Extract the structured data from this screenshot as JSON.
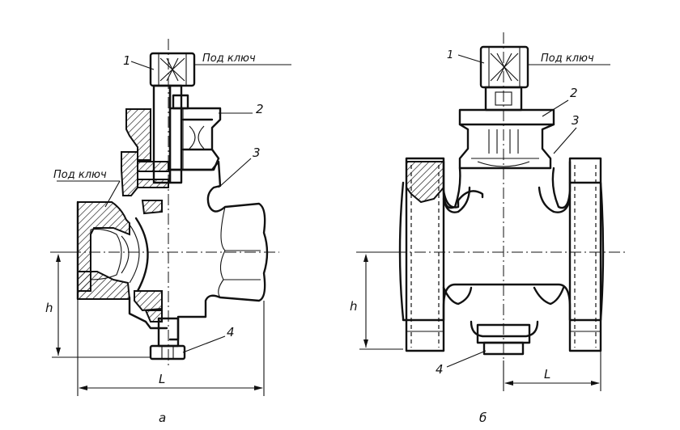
{
  "labels": {
    "a": {
      "num1": "1",
      "num2": "2",
      "num3": "3",
      "num4": "4",
      "wrench_top": "Под ключ",
      "wrench_side": "Под ключ",
      "h": "h",
      "L": "L",
      "caption": "а"
    },
    "b": {
      "num1": "1",
      "num2": "2",
      "num3": "3",
      "num4": "4",
      "wrench_top": "Под ключ",
      "h": "h",
      "L": "L",
      "caption": "б"
    }
  }
}
